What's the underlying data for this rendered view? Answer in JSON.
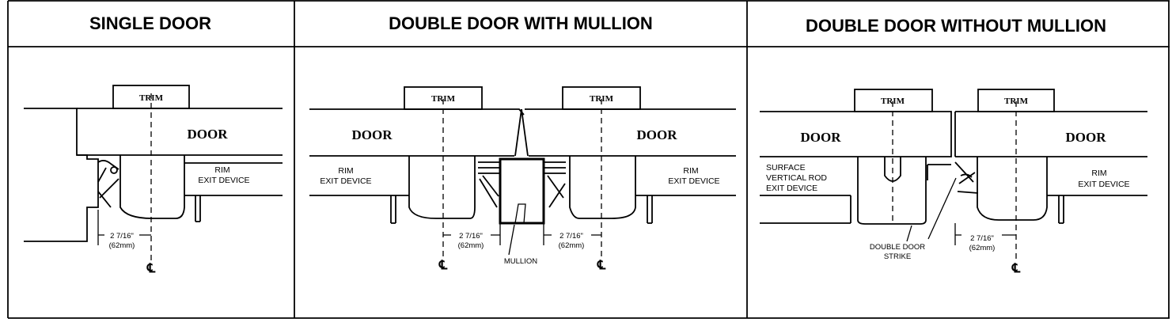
{
  "panels": [
    {
      "title": "SINGLE DOOR",
      "trim": "TRIM",
      "door": "DOOR",
      "device_label_1": "RIM",
      "device_label_2": "EXIT DEVICE",
      "dim_1": "2 7/16\"",
      "dim_2": "(62mm)",
      "centerline": "℄"
    },
    {
      "title": "DOUBLE DOOR WITH MULLION",
      "trim_left": "TRIM",
      "trim_right": "TRIM",
      "door_left": "DOOR",
      "door_right": "DOOR",
      "device_left_1": "RIM",
      "device_left_2": "EXIT DEVICE",
      "device_right_1": "RIM",
      "device_right_2": "EXIT DEVICE",
      "dim_left_1": "2 7/16\"",
      "dim_left_2": "(62mm)",
      "dim_right_1": "2 7/16\"",
      "dim_right_2": "(62mm)",
      "mullion": "MULLION",
      "centerline_left": "℄",
      "centerline_right": "℄"
    },
    {
      "title": "DOUBLE DOOR WITHOUT MULLION",
      "trim_left": "TRIM",
      "trim_right": "TRIM",
      "door_left": "DOOR",
      "door_right": "DOOR",
      "device_left_1": "SURFACE",
      "device_left_2": "VERTICAL ROD",
      "device_left_3": "EXIT DEVICE",
      "device_right_1": "RIM",
      "device_right_2": "EXIT DEVICE",
      "strike_1": "DOUBLE DOOR",
      "strike_2": "STRIKE",
      "dim_1": "2 7/16\"",
      "dim_2": "(62mm)",
      "centerline": "℄"
    }
  ]
}
